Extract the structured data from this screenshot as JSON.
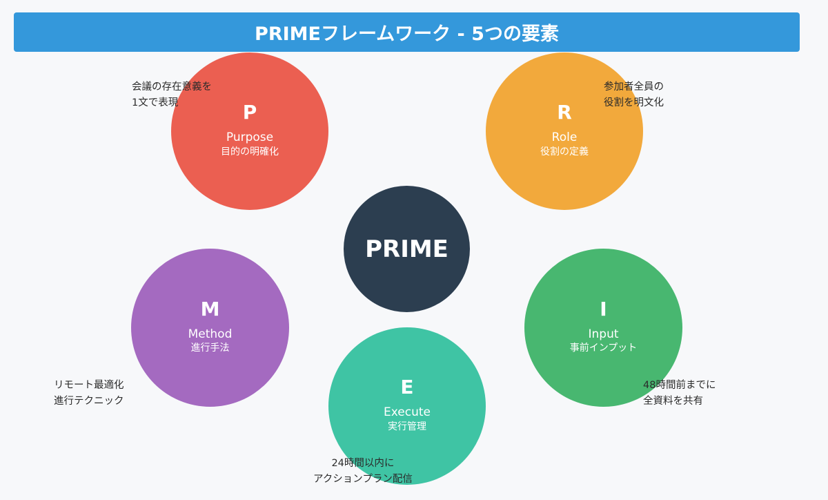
{
  "title": "PRIMEフレームワーク - 5つの要素",
  "colors": {
    "title_bar": "#3498db",
    "purpose": "#eb5f51",
    "role": "#f2a93c",
    "center": "#2c3e50",
    "method": "#a46ac0",
    "input": "#48b770",
    "execute": "#3fc4a4"
  },
  "center": {
    "label": "PRIME"
  },
  "elements": {
    "purpose": {
      "letter": "P",
      "name": "Purpose",
      "jp": "目的の明確化",
      "note": [
        "会議の存在意義を",
        "1文で表現"
      ]
    },
    "role": {
      "letter": "R",
      "name": "Role",
      "jp": "役割の定義",
      "note": [
        "参加者全員の",
        "役割を明文化"
      ]
    },
    "input": {
      "letter": "I",
      "name": "Input",
      "jp": "事前インプット",
      "note": [
        "48時間前までに",
        "全資料を共有"
      ]
    },
    "method": {
      "letter": "M",
      "name": "Method",
      "jp": "進行手法",
      "note": [
        "リモート最適化",
        "進行テクニック"
      ]
    },
    "execute": {
      "letter": "E",
      "name": "Execute",
      "jp": "実行管理",
      "note": [
        "24時間以内に",
        "アクションプラン配信"
      ]
    }
  }
}
